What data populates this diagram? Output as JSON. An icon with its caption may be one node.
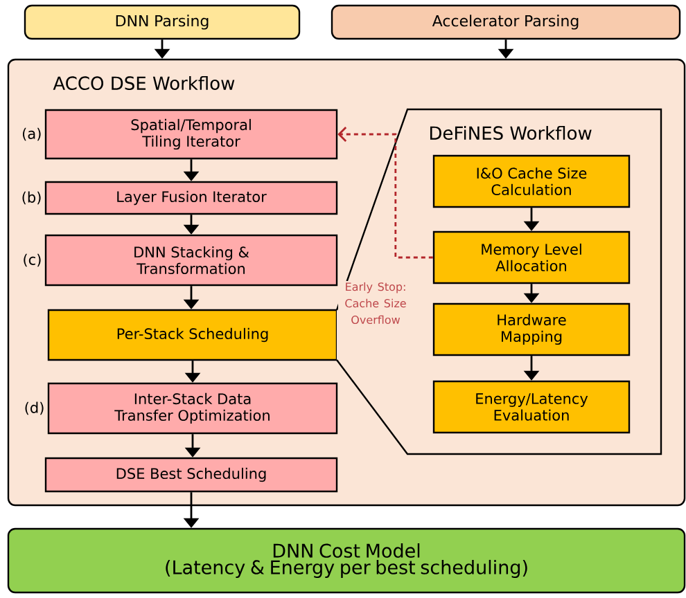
{
  "diagram": {
    "nodes": [
      {
        "text": [
          "DNN Parsing"
        ]
      },
      {
        "text": [
          "Accelerator Parsing"
        ]
      },
      {
        "text": [
          "ACCO DSE Workflow"
        ]
      },
      {
        "text": [
          "Spatial/Temporal Tiling Iterator"
        ],
        "in": 2,
        "beside": [
          "(a)"
        ]
      },
      {
        "text": [
          "Layer Fusion Iterator"
        ],
        "in": 2,
        "beside": [
          "(b)"
        ]
      },
      {
        "text": [
          "DNN Stacking & Transformation"
        ],
        "in": 2,
        "beside": [
          "(c)"
        ]
      },
      {
        "text": [
          "Per-Stack Scheduling"
        ],
        "in": 2
      },
      {
        "text": [
          "Inter-Stack Data Transfer Optimization"
        ],
        "in": 2,
        "beside": [
          "(d)"
        ]
      },
      {
        "text": [
          "DSE Best Scheduling"
        ],
        "in": 2
      },
      {
        "text": [
          "DeFiNES Workflow"
        ],
        "in": 2
      },
      {
        "text": [
          "I&O Cache Size Calculation"
        ],
        "in": 9
      },
      {
        "text": [
          "Memory Level Allocation"
        ],
        "in": 9
      },
      {
        "text": [
          "Hardware Mapping"
        ],
        "in": 9
      },
      {
        "text": [
          "Energy/Latency Evaluation"
        ],
        "in": 9
      },
      {
        "text": [
          "DNN Cost Model",
          "(Latency & Energy per best scheduling)"
        ]
      }
    ],
    "edges": [
      {
        "from": 0,
        "to": 2,
        "arrow": "to"
      },
      {
        "from": 1,
        "to": 2,
        "arrow": "to"
      },
      {
        "from": 3,
        "to": 4,
        "arrow": "to"
      },
      {
        "from": 4,
        "to": 5,
        "arrow": "to"
      },
      {
        "from": 5,
        "to": 6,
        "arrow": "to"
      },
      {
        "from": 6,
        "to": 7,
        "arrow": "to"
      },
      {
        "from": 7,
        "to": 8,
        "arrow": "to"
      },
      {
        "from": 8,
        "to": 14,
        "arrow": "to"
      },
      {
        "from": 10,
        "to": 11,
        "arrow": "to"
      },
      {
        "from": 11,
        "to": 12,
        "arrow": "to"
      },
      {
        "from": 12,
        "to": 13,
        "arrow": "to"
      },
      {
        "from": 11,
        "to": 3,
        "arrow": "to",
        "style": "dashed",
        "color": "#b3262b",
        "label": "Early Stop: Cache Size Overflow"
      }
    ]
  }
}
